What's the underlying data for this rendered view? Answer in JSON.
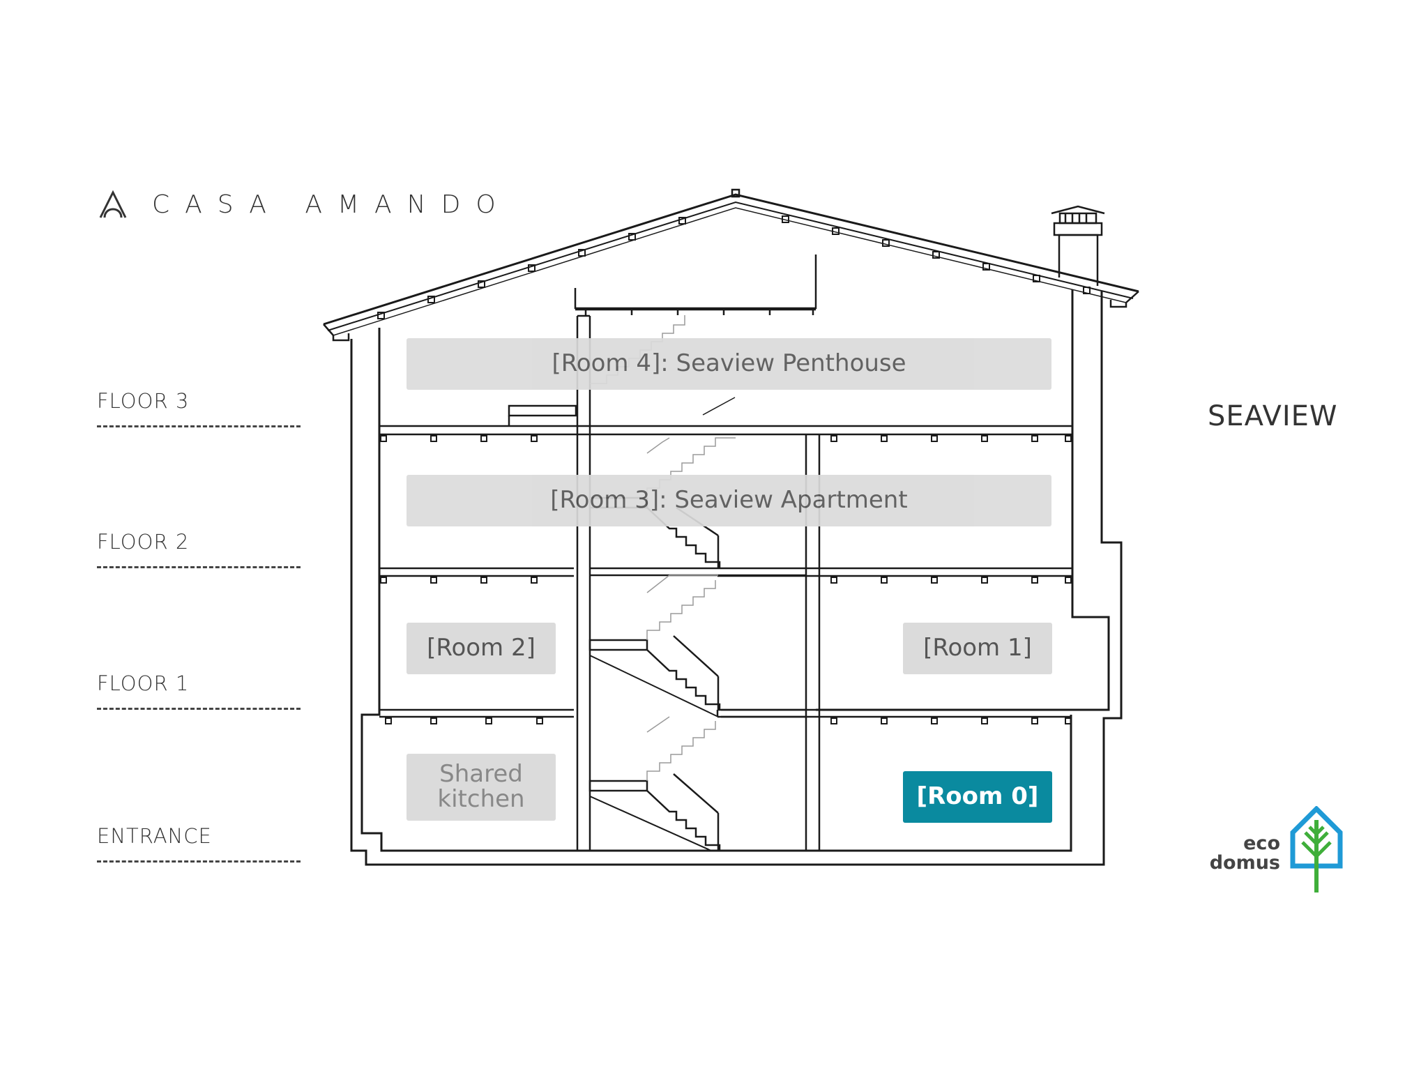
{
  "brand": {
    "name": "CASA AMANDO",
    "icon": "arch-logo-icon"
  },
  "floors": [
    {
      "label": "FLOOR 3"
    },
    {
      "label": "FLOOR 2"
    },
    {
      "label": "FLOOR 1"
    },
    {
      "label": "ENTRANCE"
    }
  ],
  "side_label": "SEAVIEW",
  "rooms": {
    "room4": "[Room 4]: Seaview Penthouse",
    "room3": "[Room 3]: Seaview Apartment",
    "room2": "[Room 2]",
    "room1": "[Room 1]",
    "kitchen_line1": "Shared",
    "kitchen_line2": "kitchen",
    "room0": "[Room 0]"
  },
  "eco_logo": {
    "line1": "eco",
    "line2": "domus",
    "icon": "tree-house-icon"
  },
  "colors": {
    "highlight": "#0a8a9f",
    "room_fill": "#dbdbdb",
    "eco_blue": "#1f9ad6",
    "eco_green": "#3fae3a"
  }
}
